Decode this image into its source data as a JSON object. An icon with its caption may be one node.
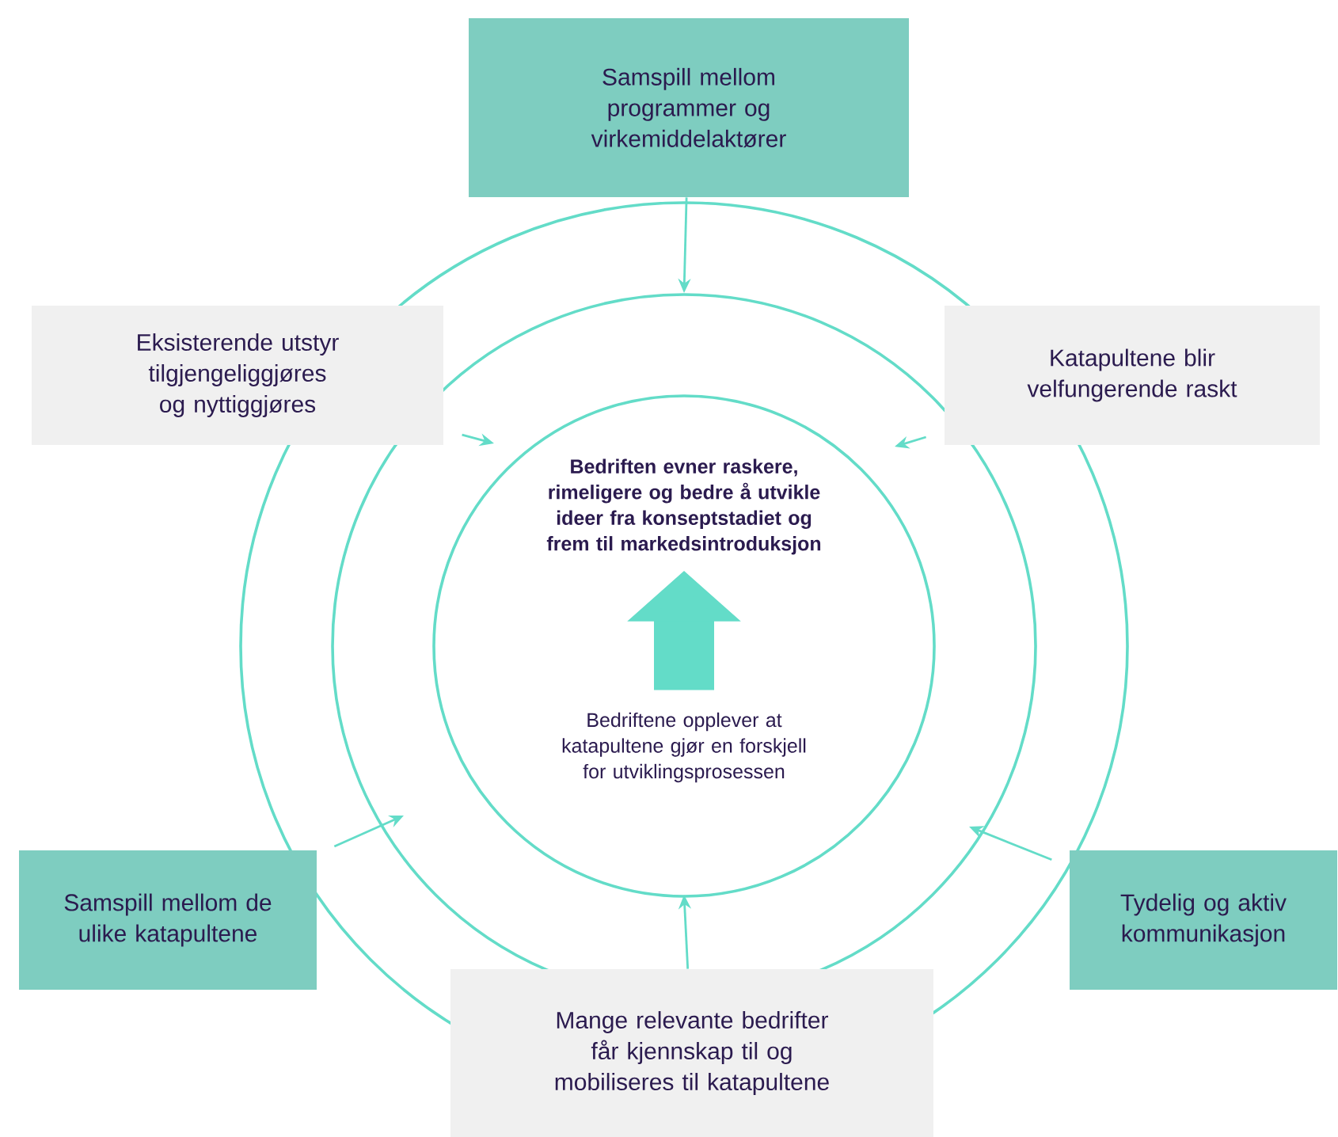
{
  "diagram": {
    "nodes": [
      {
        "text": [
          "Samspill mellom programmer og virkemiddelaktører"
        ]
      },
      {
        "text": [
          "Eksisterende utstyr tilgjengeliggjøres og nyttiggjøres"
        ]
      },
      {
        "text": [
          "Katapultene blir velfungerende raskt"
        ]
      },
      {
        "text": [
          "Bedriften evner raskere, rimeligere og bedre å utvikle ideer fra konseptstadiet og frem til markedsintroduksjon"
        ]
      },
      {
        "text": [
          "Bedriftene opplever at katapultene gjør en forskjell for utviklingsprosessen"
        ]
      },
      {
        "text": [
          "Samspill mellom de ulike katapultene"
        ]
      },
      {
        "text": [
          "Tydelig og aktiv kommunikasjon"
        ]
      },
      {
        "text": [
          "Mange relevante bedrifter får kjennskap til og mobiliseres til katapultene"
        ]
      }
    ],
    "edges": [
      {
        "from": 0,
        "to": null,
        "arrow": "to"
      },
      {
        "from": 1,
        "to": null,
        "arrow": "to"
      },
      {
        "from": 2,
        "to": null,
        "arrow": "to"
      },
      {
        "from": 4,
        "to": 3,
        "arrow": "to",
        "style": "thick"
      },
      {
        "from": 5,
        "to": null,
        "arrow": "to"
      },
      {
        "from": 6,
        "to": null,
        "arrow": "to"
      },
      {
        "from": 7,
        "to": null,
        "arrow": "to"
      }
    ]
  }
}
